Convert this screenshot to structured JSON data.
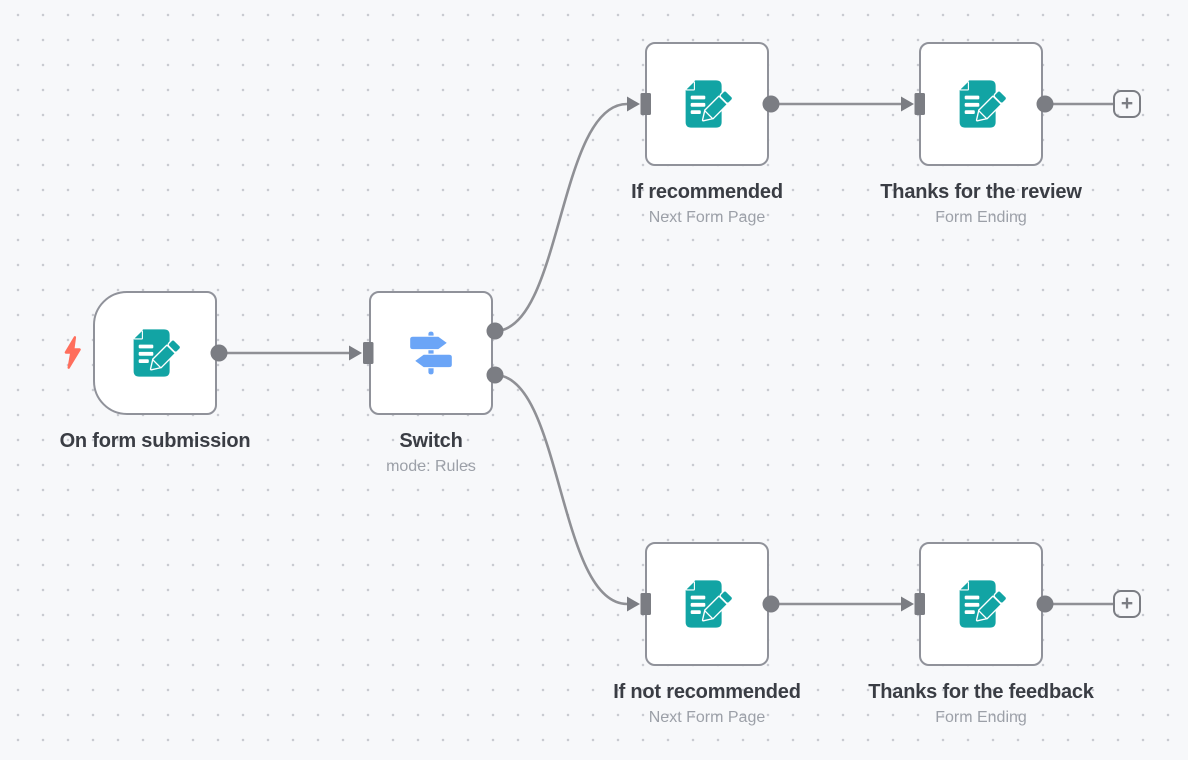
{
  "colors": {
    "canvas-bg": "#f7f8fa",
    "dot-color": "#c9cbd1",
    "node-border": "#90929a",
    "edge-gray": "#8f9095",
    "port-gray": "#7b7d83",
    "label-dark": "#3a3d44",
    "subtitle-gray": "#9ca0a8",
    "icon-teal": "#12a4a4",
    "icon-blue": "#6ba5f7",
    "bolt-coral": "#ff6e5c"
  },
  "nodes": [
    {
      "label": "On form submission",
      "subtitle": "",
      "kind": "form-trigger",
      "icon": "form-pencil-icon"
    },
    {
      "label": "Switch",
      "subtitle": "mode: Rules",
      "kind": "switch",
      "icon": "signpost-icon"
    },
    {
      "label": "If recommended",
      "subtitle": "Next Form Page",
      "kind": "form-page",
      "icon": "form-pencil-icon"
    },
    {
      "label": "Thanks for the review",
      "subtitle": "Form Ending",
      "kind": "form-ending",
      "icon": "form-pencil-icon"
    },
    {
      "label": "If not recommended",
      "subtitle": "Next Form Page",
      "kind": "form-page",
      "icon": "form-pencil-icon"
    },
    {
      "label": "Thanks for the feedback",
      "subtitle": "Form Ending",
      "kind": "form-ending",
      "icon": "form-pencil-icon"
    }
  ],
  "connections": [
    {
      "from": "On form submission",
      "to": "Switch"
    },
    {
      "from": "Switch",
      "to": "If recommended"
    },
    {
      "from": "Switch",
      "to": "If not recommended"
    },
    {
      "from": "If recommended",
      "to": "Thanks for the review"
    },
    {
      "from": "If not recommended",
      "to": "Thanks for the feedback"
    }
  ],
  "ui": {
    "add_node_label": "+"
  }
}
